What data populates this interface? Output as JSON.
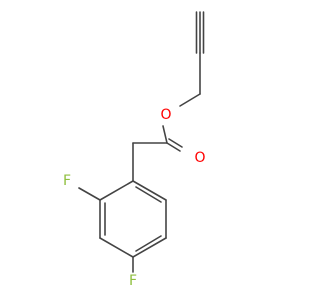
{
  "molecule": {
    "atoms": {
      "oxygen_ester": {
        "symbol": "O",
        "color": "#ff0000"
      },
      "oxygen_carbonyl": {
        "symbol": "O",
        "color": "#ff0000"
      },
      "fluorine_ortho": {
        "symbol": "F",
        "color": "#8fbf3f"
      },
      "fluorine_para": {
        "symbol": "F",
        "color": "#8fbf3f"
      }
    },
    "bond_color": "#444444"
  }
}
